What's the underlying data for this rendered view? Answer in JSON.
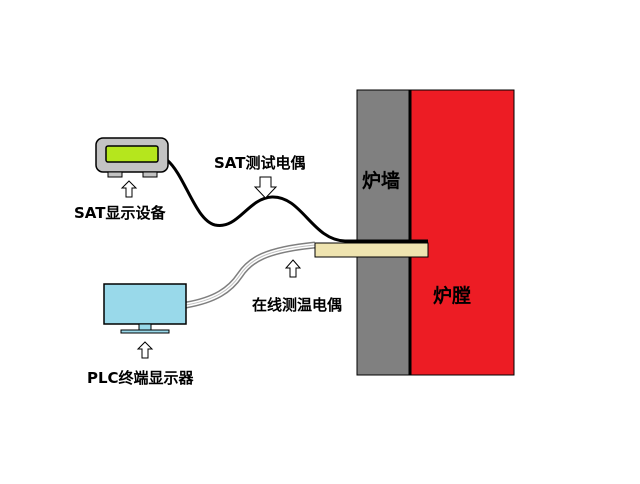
{
  "labels": {
    "sat_device": "SAT显示设备",
    "sat_thermocouple": "SAT测试电偶",
    "online_thermocouple": "在线测温电偶",
    "plc_display": "PLC终端显示器",
    "furnace_wall": "炉墙",
    "furnace_chamber": "炉膛"
  },
  "colors": {
    "furnace_wall": "#808080",
    "furnace_chamber": "#ed1c24",
    "sat_screen": "#b5e61d",
    "sat_body": "#c3c3c3",
    "monitor_screen": "#99d9ea",
    "sensor_sleeve": "#efe4b0",
    "cable_sheath": "#d9d9d9"
  },
  "icons": [
    "up-arrow-icon",
    "down-arrow-icon"
  ]
}
